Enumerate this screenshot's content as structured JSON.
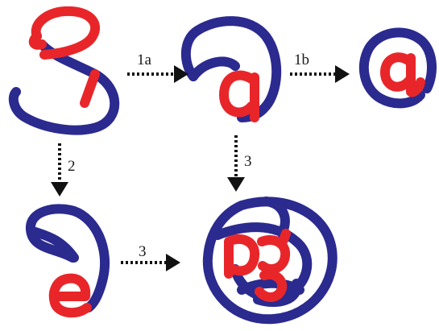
{
  "steps": {
    "s1a": "1a",
    "s1b": "1b",
    "s2": "2",
    "s3_right": "3",
    "s3_bottom": "3"
  },
  "colors": {
    "blue": "#2b2a8f",
    "red": "#e8262a",
    "arrow": "#111111"
  }
}
